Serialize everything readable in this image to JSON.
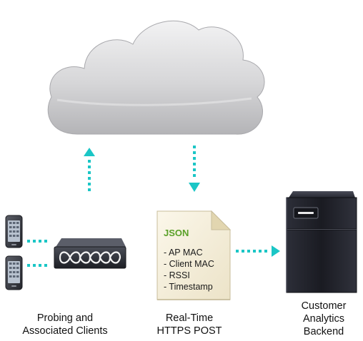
{
  "document": {
    "title": "JSON",
    "fields": [
      "- AP MAC",
      "- Client MAC",
      "- RSSI",
      "- Timestamp"
    ]
  },
  "labels": {
    "clients": [
      "Probing and",
      "Associated Clients"
    ],
    "post": [
      "Real-Time",
      "HTTPS POST"
    ],
    "backend": [
      "Customer",
      "Analytics",
      "Backend"
    ]
  },
  "colors": {
    "arrow": "#1bc6c6",
    "json_title": "#5aa028",
    "cloud": "#c9c9cb",
    "device": "#2b2d33",
    "server": "#1c1d24"
  }
}
